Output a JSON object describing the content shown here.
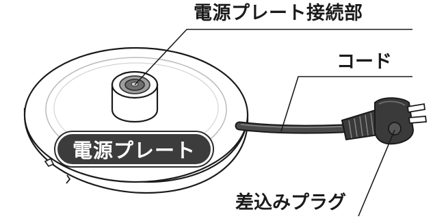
{
  "labels": {
    "connector": "電源プレート接続部",
    "cord": "コード",
    "plug": "差込みプラグ",
    "base": "電源プレート"
  },
  "colors": {
    "outline": "#1a1a1a",
    "base_fill": "#ffffff",
    "inner_ring": "#bdbdbd",
    "cord": "#3a3a3a",
    "badge_fill": "#3c3c3c",
    "badge_text": "#ffffff"
  }
}
